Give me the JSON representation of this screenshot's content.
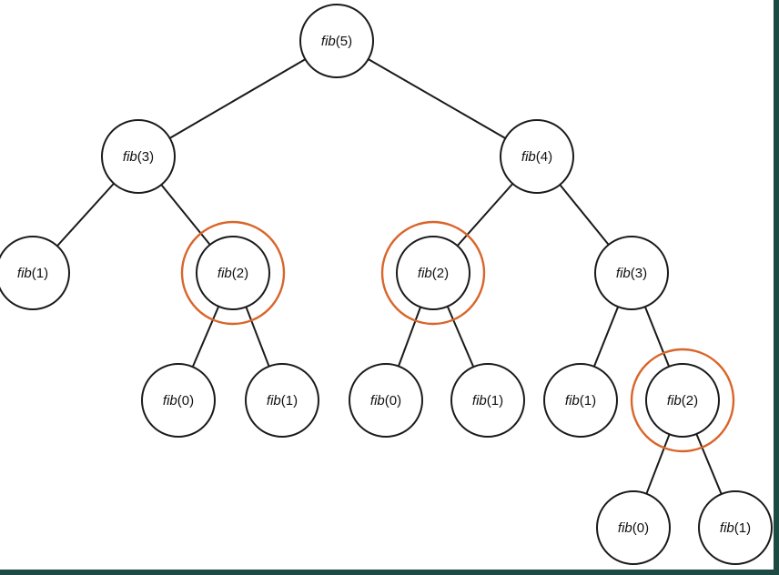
{
  "diagram": {
    "colors": {
      "background_frame": "#1e4a44",
      "panel": "#ffffff",
      "line": "#1a1a1a",
      "highlight": "#d9652a"
    },
    "nodes": [
      {
        "id": "n5",
        "fn": "fib",
        "arg": "(5)",
        "highlighted": false
      },
      {
        "id": "n3a",
        "fn": "fib",
        "arg": "(3)",
        "highlighted": false
      },
      {
        "id": "n4",
        "fn": "fib",
        "arg": "(4)",
        "highlighted": false
      },
      {
        "id": "n1a",
        "fn": "fib",
        "arg": "(1)",
        "highlighted": false
      },
      {
        "id": "n2a",
        "fn": "fib",
        "arg": "(2)",
        "highlighted": true
      },
      {
        "id": "n2b",
        "fn": "fib",
        "arg": "(2)",
        "highlighted": true
      },
      {
        "id": "n3b",
        "fn": "fib",
        "arg": "(3)",
        "highlighted": false
      },
      {
        "id": "n0a",
        "fn": "fib",
        "arg": "(0)",
        "highlighted": false
      },
      {
        "id": "n1b",
        "fn": "fib",
        "arg": "(1)",
        "highlighted": false
      },
      {
        "id": "n0b",
        "fn": "fib",
        "arg": "(0)",
        "highlighted": false
      },
      {
        "id": "n1c",
        "fn": "fib",
        "arg": "(1)",
        "highlighted": false
      },
      {
        "id": "n1d",
        "fn": "fib",
        "arg": "(1)",
        "highlighted": false
      },
      {
        "id": "n2c",
        "fn": "fib",
        "arg": "(2)",
        "highlighted": true
      },
      {
        "id": "n0c",
        "fn": "fib",
        "arg": "(0)",
        "highlighted": false
      },
      {
        "id": "n1e",
        "fn": "fib",
        "arg": "(1)",
        "highlighted": false
      }
    ],
    "edges": [
      [
        "n5",
        "n3a"
      ],
      [
        "n5",
        "n4"
      ],
      [
        "n3a",
        "n1a"
      ],
      [
        "n3a",
        "n2a"
      ],
      [
        "n2a",
        "n0a"
      ],
      [
        "n2a",
        "n1b"
      ],
      [
        "n4",
        "n2b"
      ],
      [
        "n4",
        "n3b"
      ],
      [
        "n2b",
        "n0b"
      ],
      [
        "n2b",
        "n1c"
      ],
      [
        "n3b",
        "n1d"
      ],
      [
        "n3b",
        "n2c"
      ],
      [
        "n2c",
        "n0c"
      ],
      [
        "n2c",
        "n1e"
      ]
    ]
  }
}
